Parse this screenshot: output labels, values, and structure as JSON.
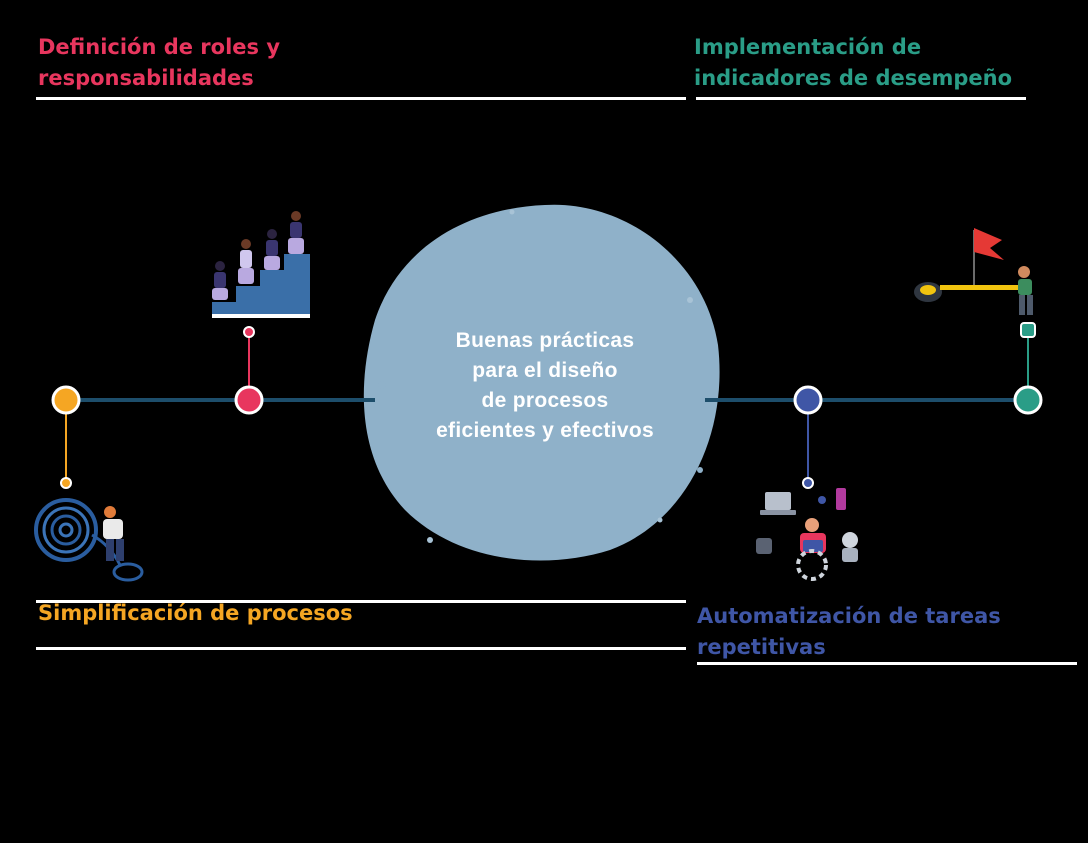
{
  "center": {
    "lines": [
      "Buenas prácticas",
      "para el diseño",
      "de procesos",
      "eficientes y efectivos"
    ]
  },
  "items": [
    {
      "id": "roles",
      "title": "Definición de roles y responsabilidades",
      "color": "#e8365e",
      "icon": "people-climbing-stairs-icon"
    },
    {
      "id": "simplificacion",
      "title": "Simplificación de procesos",
      "color": "#f5a623",
      "icon": "tangled-rope-worker-icon"
    },
    {
      "id": "automatizacion",
      "title": "Automatización de tareas repetitivas",
      "color": "#3f56a6",
      "icon": "automation-robot-laptop-icon"
    },
    {
      "id": "indicadores",
      "title": "Implementación de indicadores de desempeño",
      "color": "#2a9d87",
      "icon": "measuring-tape-flag-icon"
    }
  ],
  "colors": {
    "timeline": "#1d4e6b",
    "circle": "#8fb1c9",
    "background": "#000000"
  }
}
